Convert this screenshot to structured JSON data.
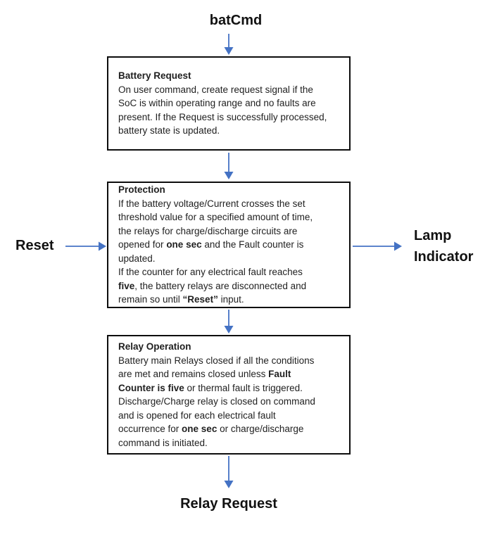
{
  "labels": {
    "top": "batCmd",
    "left": "Reset",
    "right": "Lamp\nIndicator",
    "bottom": "Relay Request"
  },
  "colors": {
    "arrow_accent": "#4472C4",
    "box_border": "#0d0d0d",
    "text": "#1f1f1f"
  },
  "boxes": [
    {
      "title": "Battery Request",
      "lines": [
        "On user command, create request signal if the",
        "SoC is within operating range and no faults are",
        "present. If the Request is successfully processed,",
        "battery state is updated."
      ]
    },
    {
      "title": "Protection",
      "lines": [
        "If the battery voltage/Current crosses the set",
        "threshold value for a specified amount of time,",
        "the relays for charge/discharge circuits are",
        "opened for **one sec** and the Fault counter is",
        "updated.",
        "If the counter for any electrical fault reaches",
        "**five**, the battery relays are disconnected and",
        "remain so until **“Reset”** input."
      ]
    },
    {
      "title": "Relay Operation",
      "lines": [
        "Battery main Relays closed if all the conditions",
        "are met and remains closed unless **Fault**",
        "**Counter is  five** or thermal fault is triggered.",
        "Discharge/Charge relay is closed on command",
        "and is opened for each electrical fault",
        "occurrence for **one sec** or charge/discharge",
        "command is initiated."
      ]
    }
  ]
}
